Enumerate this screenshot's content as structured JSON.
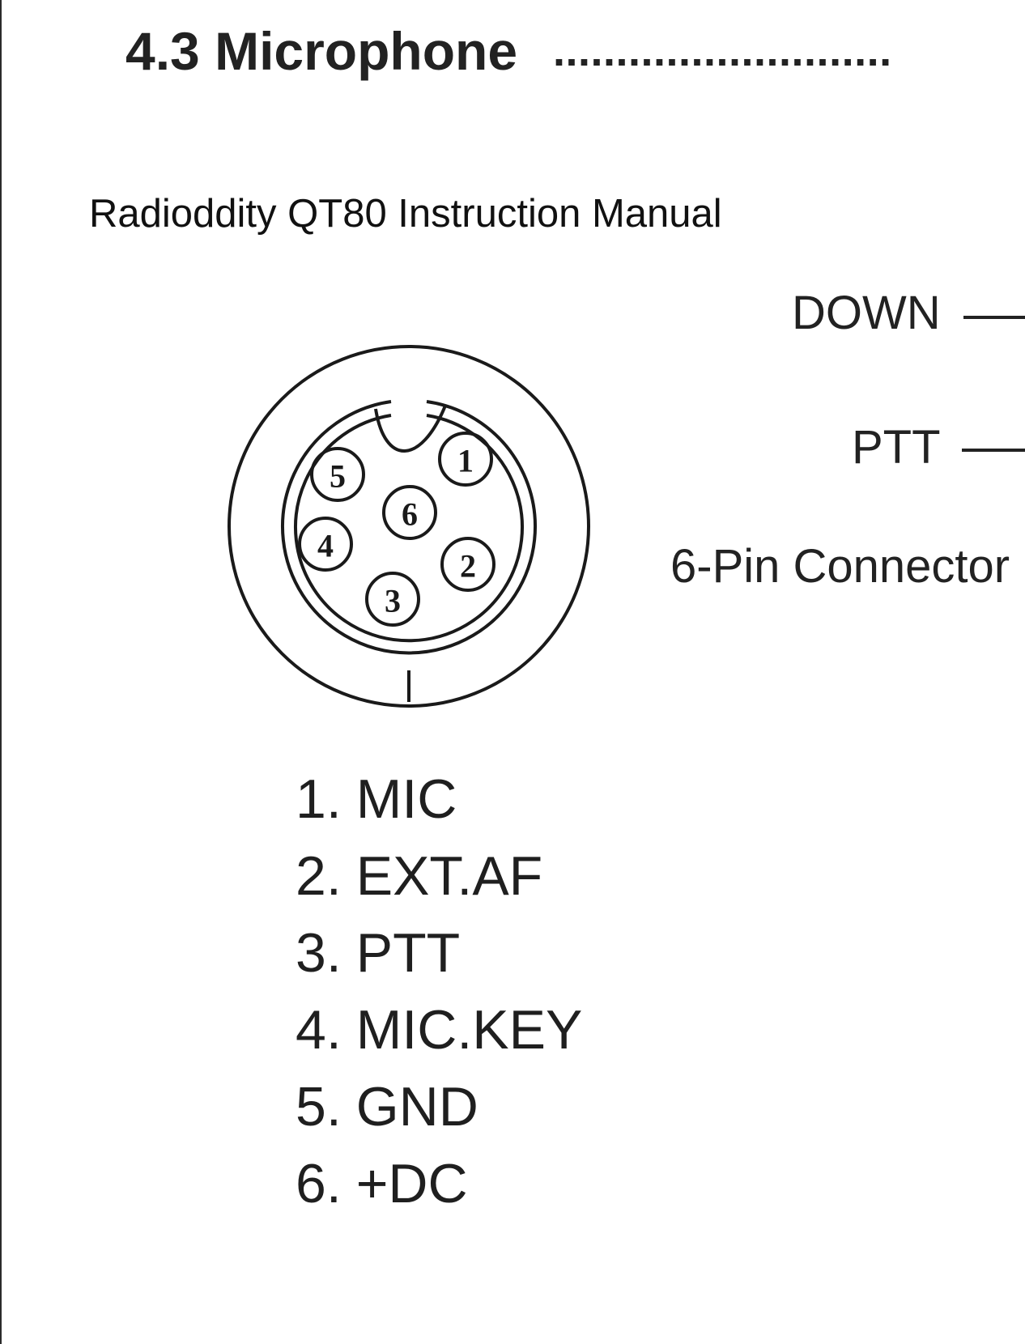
{
  "section": {
    "heading": "4.3 Microphone",
    "leader_dots": "..........................."
  },
  "running_header": "Radioddity QT80 Instruction Manual",
  "diagram": {
    "pins": [
      "1",
      "2",
      "3",
      "4",
      "5",
      "6"
    ],
    "labels": {
      "down": "DOWN",
      "ptt": "PTT",
      "connector": "6-Pin Connector"
    }
  },
  "pin_list": [
    {
      "num": "1.",
      "name": "MIC"
    },
    {
      "num": "2.",
      "name": "EXT.AF"
    },
    {
      "num": "3.",
      "name": "PTT"
    },
    {
      "num": "4.",
      "name": "MIC.KEY"
    },
    {
      "num": "5.",
      "name": "GND"
    },
    {
      "num": "6.",
      "name": "+DC"
    }
  ]
}
